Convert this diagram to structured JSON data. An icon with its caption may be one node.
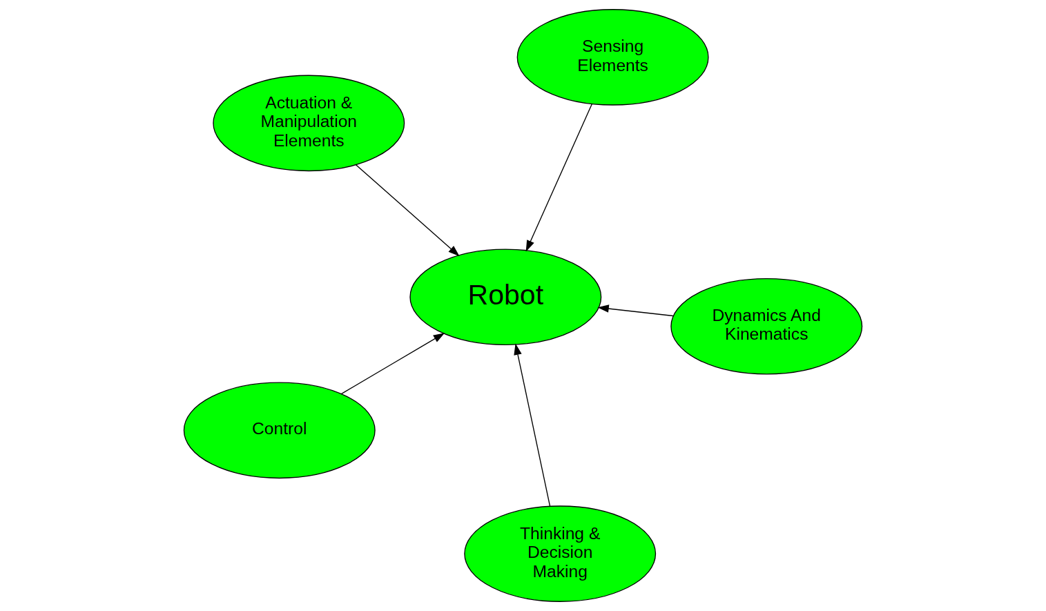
{
  "diagram": {
    "nodes": [
      {
        "text": [
          "Actuation & Manipulation Elements"
        ]
      },
      {
        "text": [
          "Dynamics And Kinematics"
        ]
      },
      {
        "text": [
          "Thinking & Decision Making"
        ]
      },
      {
        "text": [
          "Robot"
        ]
      },
      {
        "text": [
          "Sensing Elements"
        ]
      },
      {
        "text": [
          "Control"
        ]
      }
    ],
    "edges": [
      {
        "from": 0,
        "to": 3,
        "arrow": "to"
      },
      {
        "from": 1,
        "to": 3,
        "arrow": "to"
      },
      {
        "from": 2,
        "to": 3,
        "arrow": "to"
      },
      {
        "from": 4,
        "to": 3,
        "arrow": "to"
      },
      {
        "from": 5,
        "to": 3,
        "arrow": "to"
      }
    ]
  }
}
